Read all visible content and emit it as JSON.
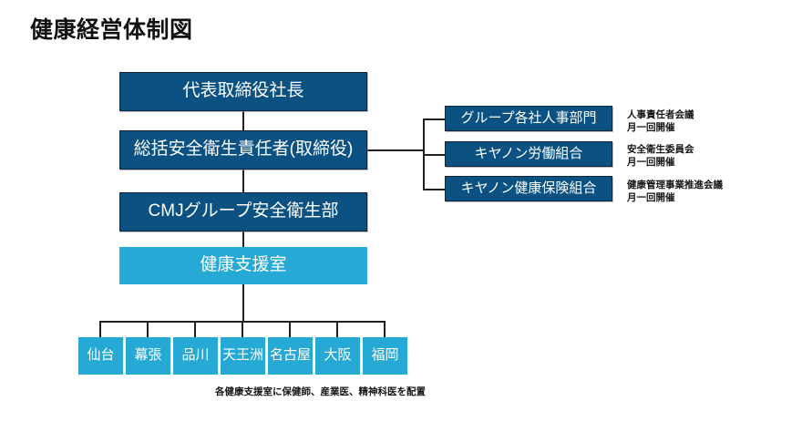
{
  "page": {
    "title": "健康経営体制図",
    "background": "#ffffff"
  },
  "colors": {
    "dark_box": "#0b5282",
    "light_box": "#26a9d4",
    "box_border": "#15263d",
    "line": "#231f20",
    "text_on_box": "#ffffff",
    "body_text": "#161616"
  },
  "chart_data": {
    "type": "diagram",
    "subtype": "organization-chart",
    "title": "健康経営体制図",
    "nodes": [
      {
        "id": "ceo",
        "label": "代表取締役社長",
        "level": 1,
        "style": "dark"
      },
      {
        "id": "chief-safety",
        "label": "総括安全衛生責任者(取締役)",
        "level": 2,
        "style": "dark"
      },
      {
        "id": "cmj-safety-dept",
        "label": "CMJグループ安全衛生部",
        "level": 3,
        "style": "dark"
      },
      {
        "id": "health-support-office",
        "label": "健康支援室",
        "level": 4,
        "style": "light"
      }
    ],
    "side_nodes": [
      {
        "id": "group-hr",
        "label": "グループ各社人事部門",
        "style": "dark",
        "note": [
          "人事責任者会議",
          "月一回開催"
        ]
      },
      {
        "id": "canon-union",
        "label": "キヤノン労働組合",
        "style": "dark",
        "note": [
          "安全衛生委員会",
          "月一回開催"
        ]
      },
      {
        "id": "canon-health-insurance",
        "label": "キヤノン健康保険組合",
        "style": "dark",
        "note": [
          "健康管理事業推進会議",
          "月一回開催"
        ]
      }
    ],
    "sites": [
      {
        "id": "sendai",
        "label": "仙台"
      },
      {
        "id": "makuhari",
        "label": "幕張"
      },
      {
        "id": "shinagawa",
        "label": "品川"
      },
      {
        "id": "tennozu",
        "label": "天王洲"
      },
      {
        "id": "nagoya",
        "label": "名古屋"
      },
      {
        "id": "osaka",
        "label": "大阪"
      },
      {
        "id": "fukuoka",
        "label": "福岡"
      }
    ],
    "footnote": "各健康支援室に保健師、産業医、精神科医を配置",
    "edges": [
      {
        "from": "ceo",
        "to": "chief-safety"
      },
      {
        "from": "chief-safety",
        "to": "cmj-safety-dept"
      },
      {
        "from": "chief-safety",
        "to": "group-hr"
      },
      {
        "from": "chief-safety",
        "to": "canon-union"
      },
      {
        "from": "chief-safety",
        "to": "canon-health-insurance"
      },
      {
        "from": "cmj-safety-dept",
        "to": "health-support-office"
      },
      {
        "from": "health-support-office",
        "to": "sendai"
      },
      {
        "from": "health-support-office",
        "to": "makuhari"
      },
      {
        "from": "health-support-office",
        "to": "shinagawa"
      },
      {
        "from": "health-support-office",
        "to": "tennozu"
      },
      {
        "from": "health-support-office",
        "to": "nagoya"
      },
      {
        "from": "health-support-office",
        "to": "osaka"
      },
      {
        "from": "health-support-office",
        "to": "fukuoka"
      }
    ]
  }
}
